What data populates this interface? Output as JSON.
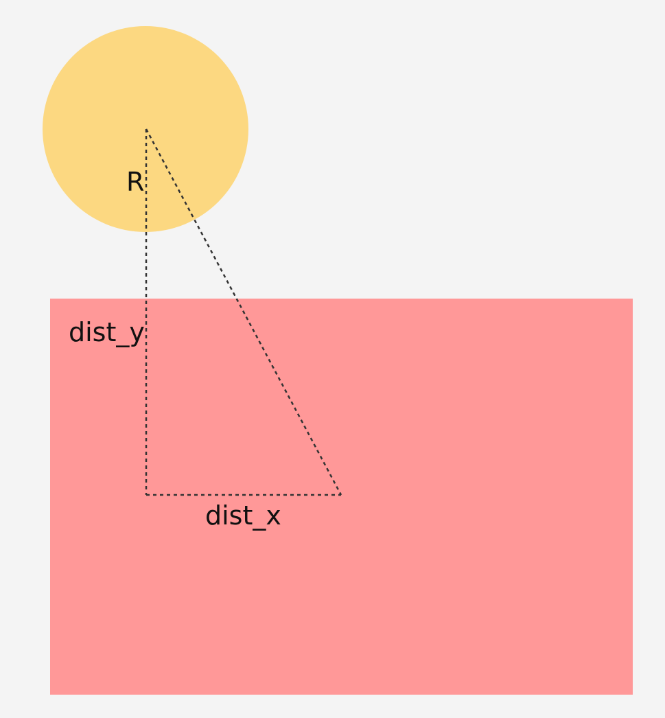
{
  "colors": {
    "background": "#f4f4f4",
    "circle": "#fcd881",
    "rectangle": "#ff9898",
    "guide_lines": "#333333",
    "text": "#111111"
  },
  "labels": {
    "radius": "R",
    "dist_y": "dist_y",
    "dist_x": "dist_x"
  }
}
